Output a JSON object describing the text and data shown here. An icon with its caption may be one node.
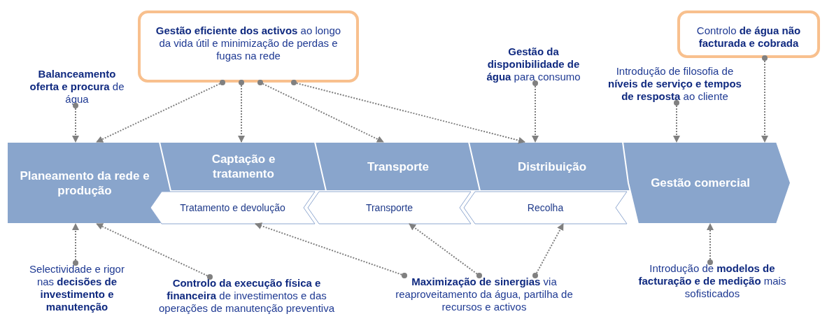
{
  "diagram": {
    "nodes": [
      {
        "text": [
          "Planeamento da rede e produção"
        ]
      },
      {
        "text": [
          "Captação e tratamento"
        ]
      },
      {
        "text": [
          "Transporte"
        ]
      },
      {
        "text": [
          "Distribuição"
        ]
      },
      {
        "text": [
          "Gestão comercial"
        ]
      },
      {
        "text": [
          "Tratamento e devolução"
        ]
      },
      {
        "text": [
          "Transporte"
        ]
      },
      {
        "text": [
          "Recolha"
        ]
      },
      {
        "text": [
          "**Balanceamento oferta e procura** de água"
        ]
      },
      {
        "text": [
          "**Gestão eficiente dos activos** ao longo da vida útil e minimização de perdas e fugas na rede"
        ]
      },
      {
        "text": [
          "**Gestão da disponibilidade de água** para consumo"
        ]
      },
      {
        "text": [
          "Introdução de filosofia de **níveis de serviço e tempos de resposta** ao cliente"
        ]
      },
      {
        "text": [
          "Controlo **de água não facturada e cobrada**"
        ]
      },
      {
        "text": [
          "Selectividade e rigor nas **decisões de investimento e manutenção**"
        ]
      },
      {
        "text": [
          "**Controlo da execução física e financeira** de investimentos e das operações de manutenção preventiva"
        ]
      },
      {
        "text": [
          "**Maximização de sinergias** via reaproveitamento da água, partilha de recursos e activos"
        ]
      },
      {
        "text": [
          "Introdução de **modelos de facturação e de medição** mais sofisticados"
        ]
      }
    ],
    "edges": [
      {
        "from": 8,
        "to": 0,
        "arrow": "to"
      },
      {
        "from": 9,
        "to": 0,
        "arrow": "to"
      },
      {
        "from": 9,
        "to": 1,
        "arrow": "to"
      },
      {
        "from": 9,
        "to": 2,
        "arrow": "to"
      },
      {
        "from": 9,
        "to": 3,
        "arrow": "to"
      },
      {
        "from": 10,
        "to": 3,
        "arrow": "to"
      },
      {
        "from": 11,
        "to": 4,
        "arrow": "to"
      },
      {
        "from": 12,
        "to": 4,
        "arrow": "to"
      },
      {
        "from": 13,
        "to": 0,
        "arrow": "to"
      },
      {
        "from": 14,
        "to": 0,
        "arrow": "to"
      },
      {
        "from": 15,
        "to": 5,
        "arrow": "to"
      },
      {
        "from": 15,
        "to": 6,
        "arrow": "to"
      },
      {
        "from": 15,
        "to": 7,
        "arrow": "to"
      },
      {
        "from": 16,
        "to": 4,
        "arrow": "to"
      }
    ]
  }
}
